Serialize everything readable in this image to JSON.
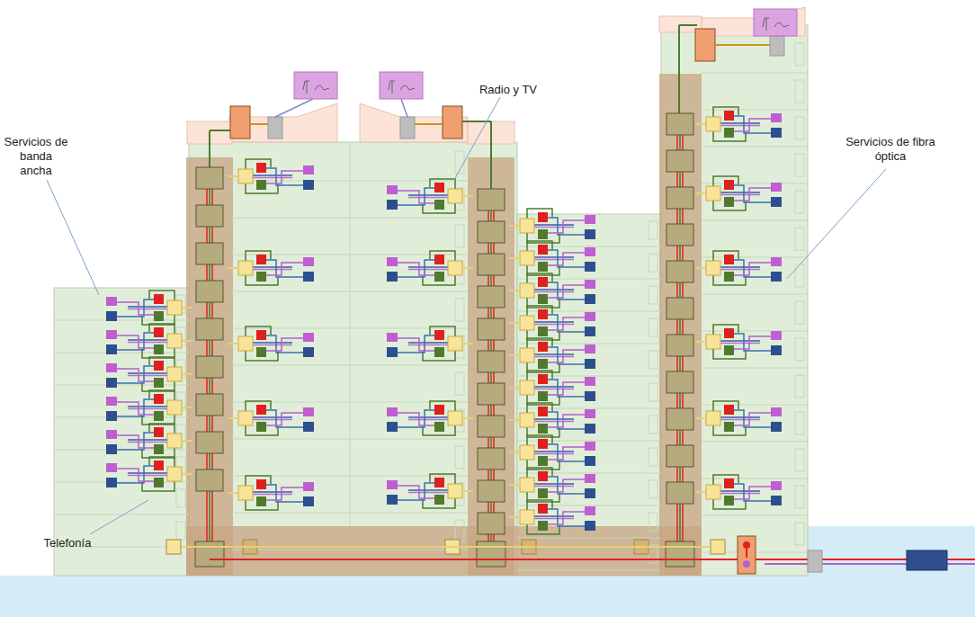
{
  "diagram": {
    "labels": [
      "Radio y TV",
      "Servicios de fibra óptica",
      "Servicios de banda ancha",
      "Telefonía"
    ]
  }
}
